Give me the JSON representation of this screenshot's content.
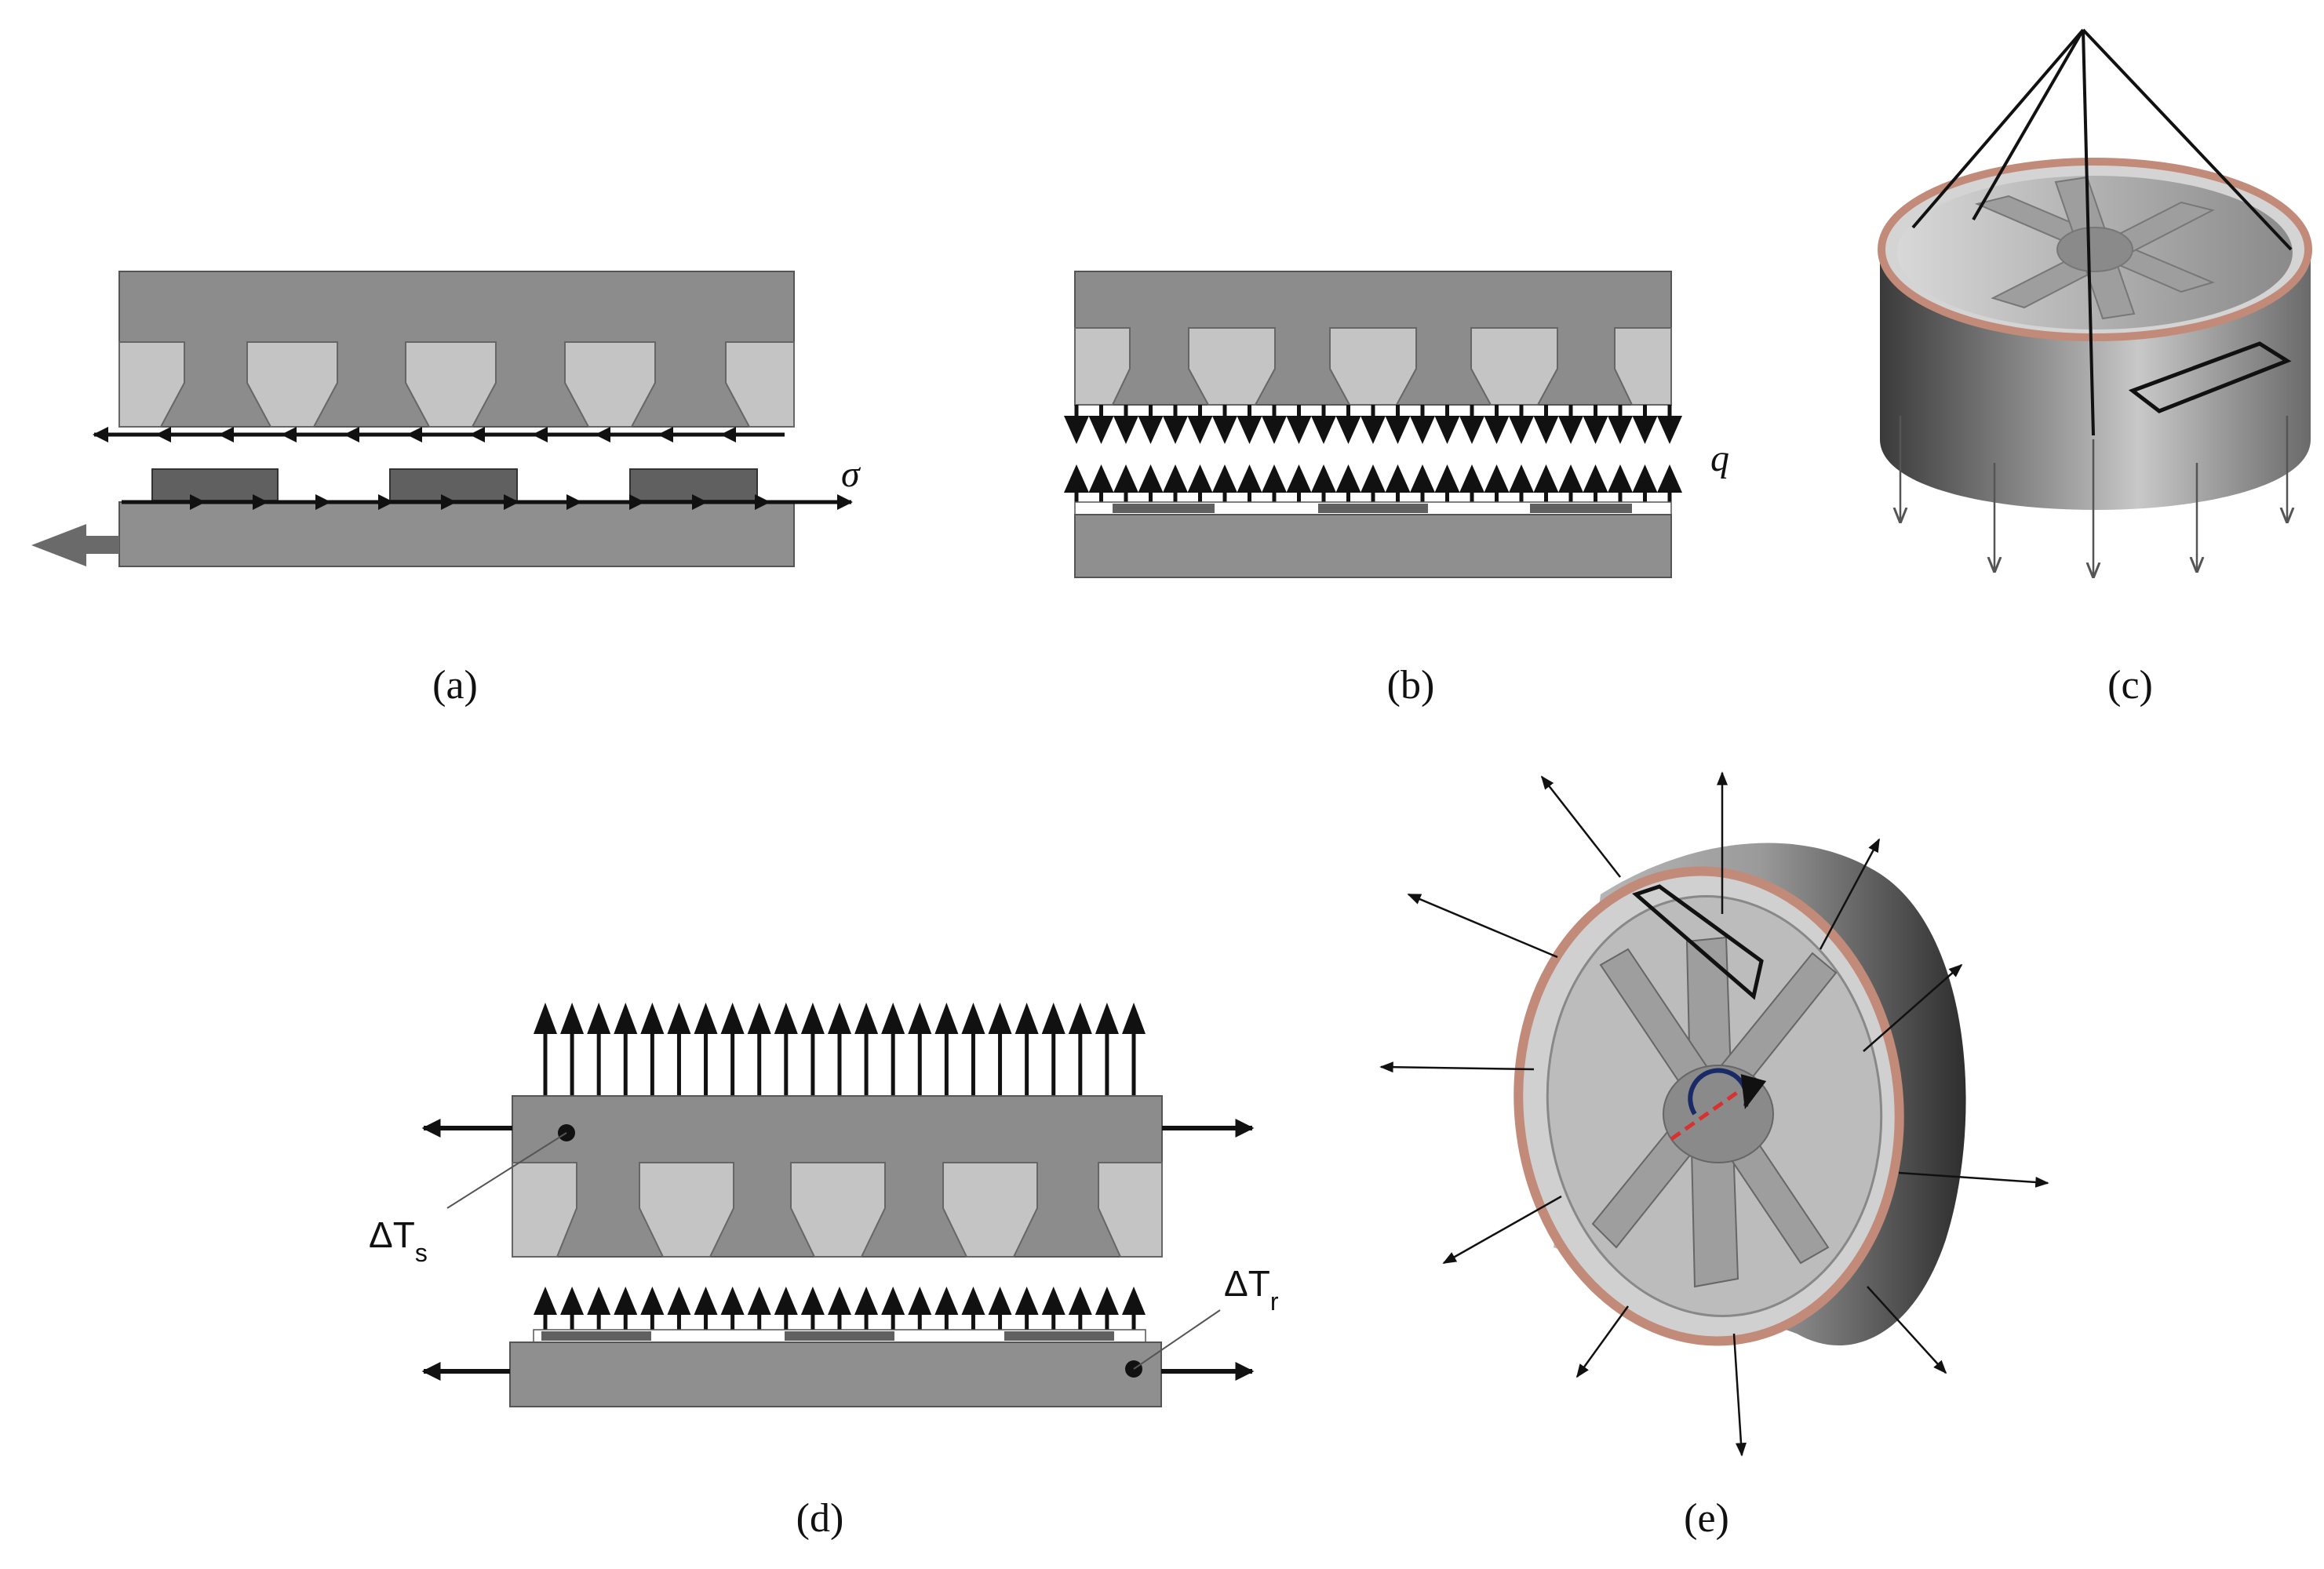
{
  "panels": {
    "a": {
      "caption": "(a)",
      "load_symbol": "σ"
    },
    "b": {
      "caption": "(b)",
      "load_symbol": "q"
    },
    "c": {
      "caption": "(c)"
    },
    "d": {
      "caption": "(d)",
      "stator_temp_label": "ΔT",
      "stator_temp_sub": "s",
      "rotor_temp_label": "ΔT",
      "rotor_temp_sub": "r"
    },
    "e": {
      "caption": "(e)"
    }
  },
  "colors": {
    "stator": "#8c8c8c",
    "slot": "#c4c4c4",
    "magnet": "#606060",
    "rotor": "#8f8f8f",
    "arrow": "#111111",
    "copper_band": "#c28a78",
    "outline": "#2a2a2a"
  }
}
